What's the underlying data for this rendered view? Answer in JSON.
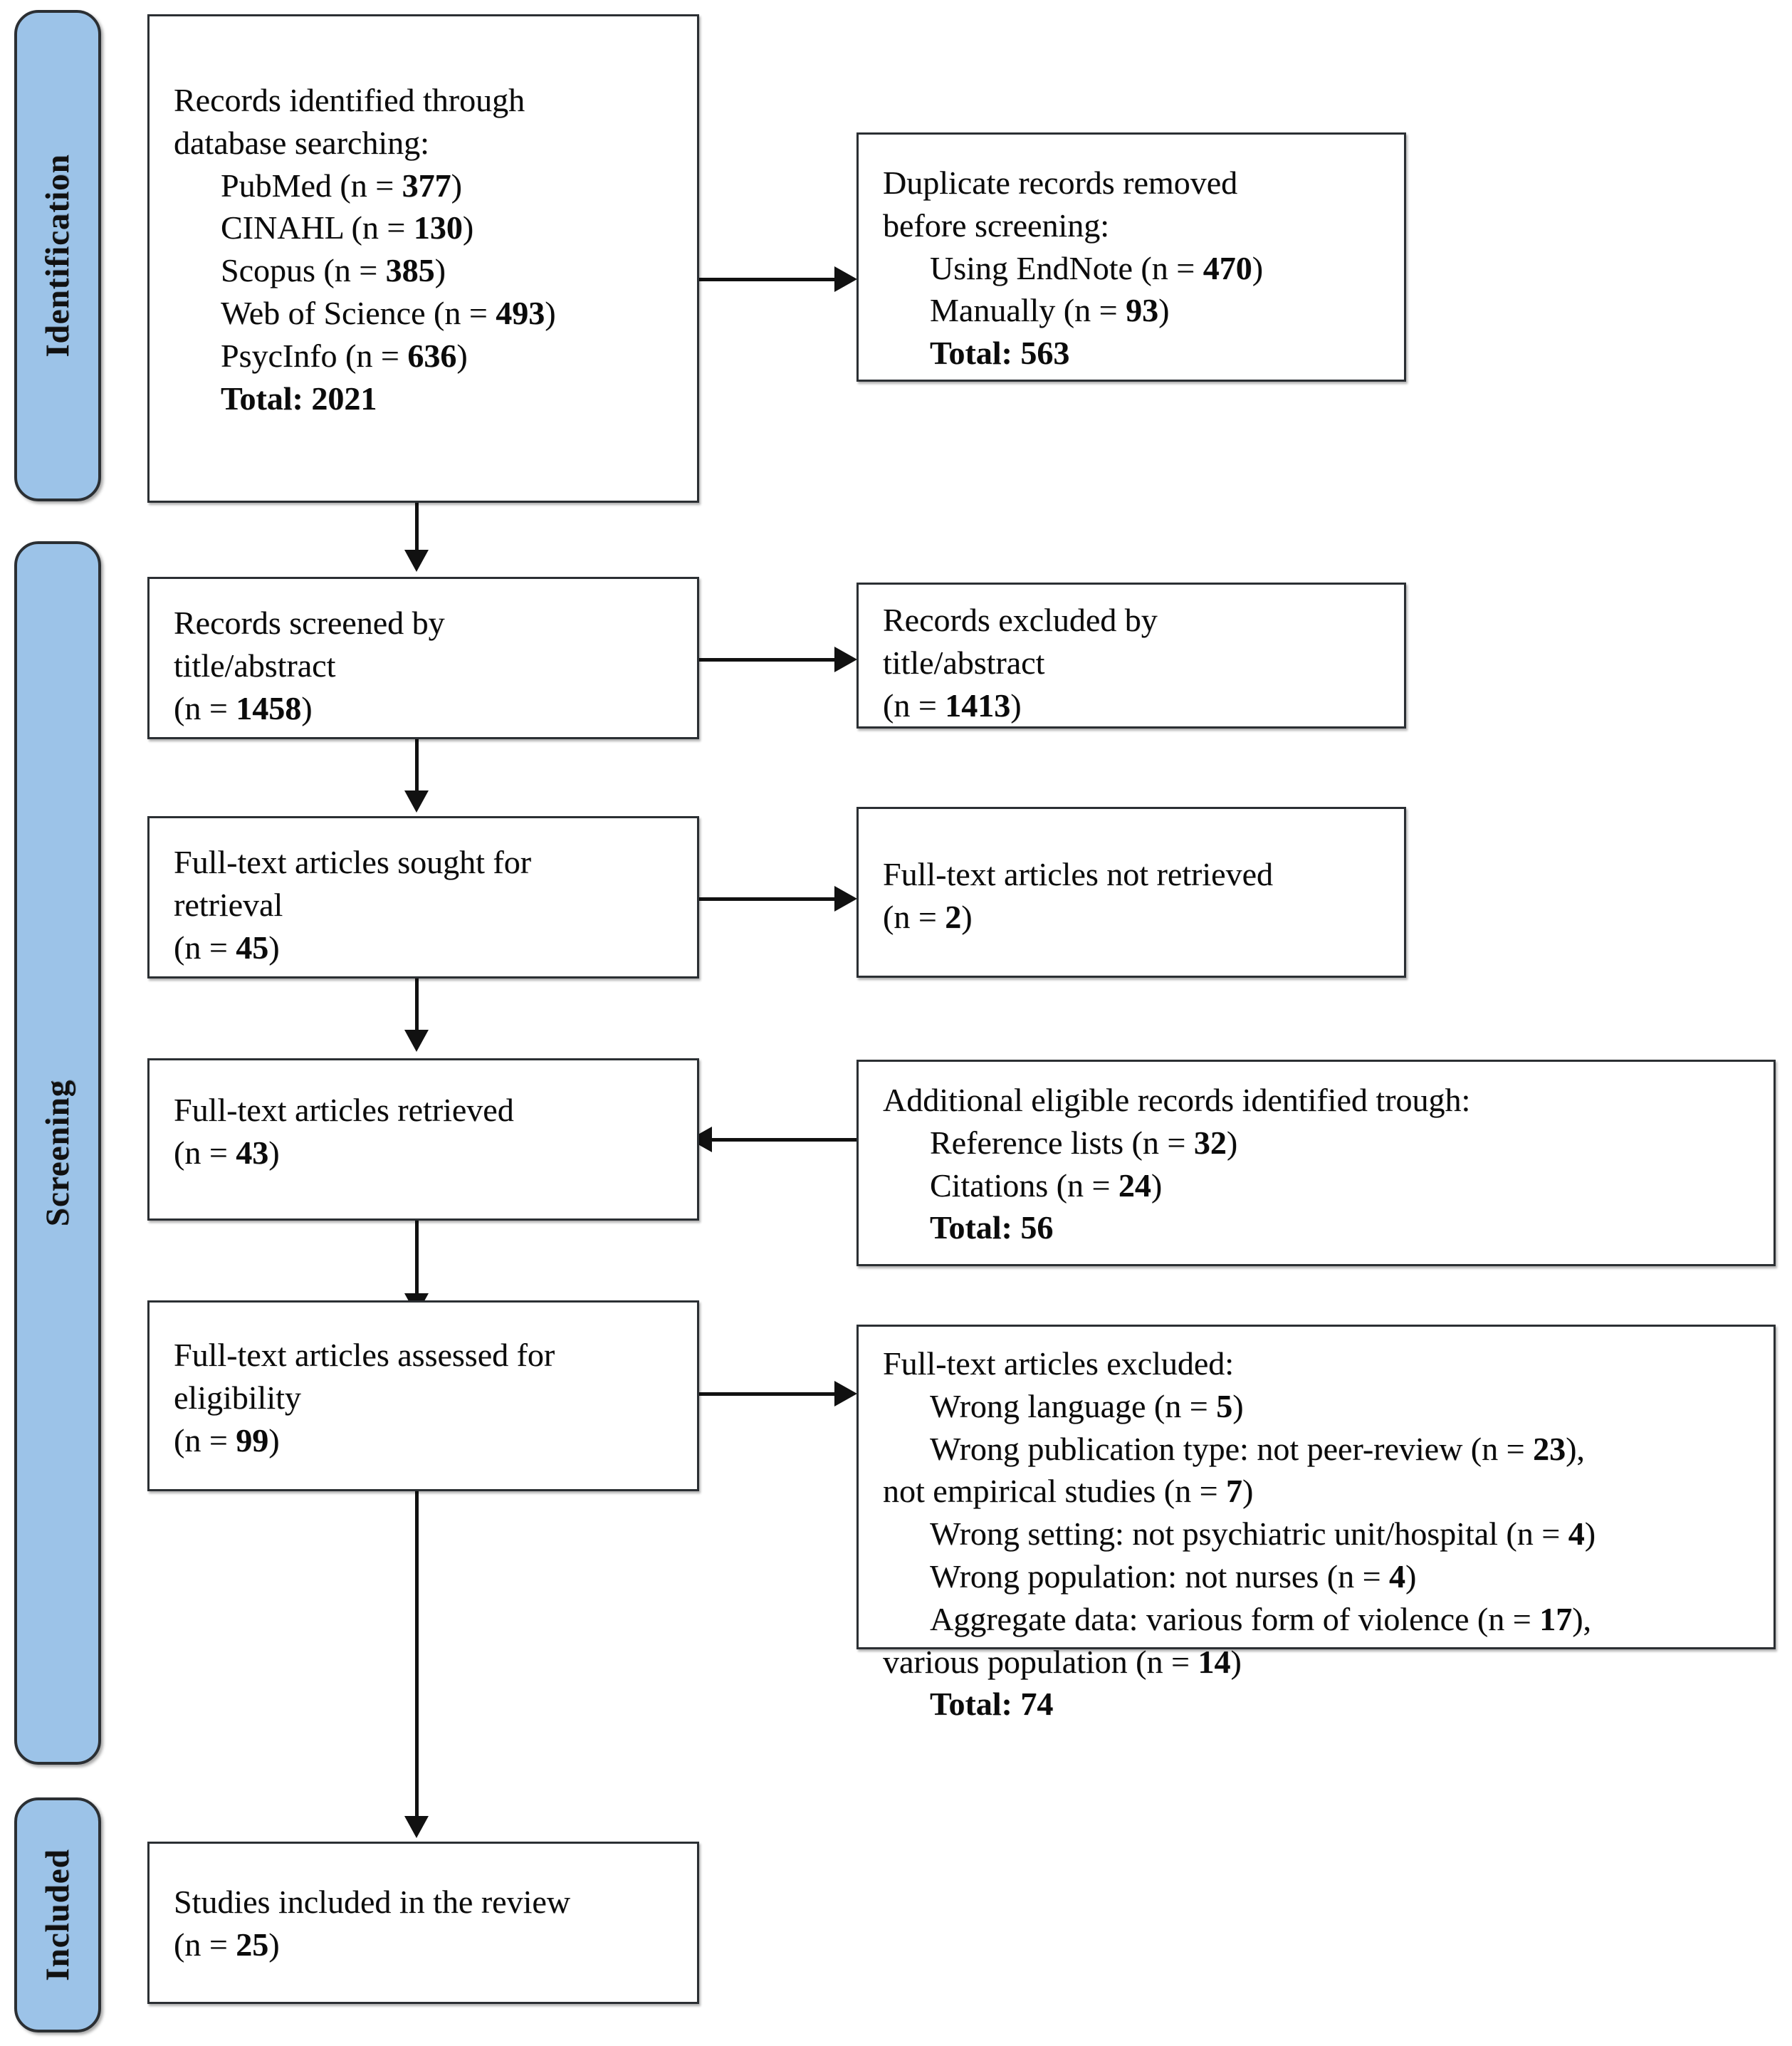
{
  "diagram": {
    "title": "PRISMA study selection flow diagram",
    "accent_color": "#9CC3E8",
    "line_color": "#111111",
    "box_border_color": "#2b2f33"
  },
  "phases": [
    {
      "id": "identification",
      "label": "Identification"
    },
    {
      "id": "screening",
      "label": "Screening"
    },
    {
      "id": "included",
      "label": "Included"
    }
  ],
  "boxes": {
    "records_identified": {
      "lines": [
        {
          "text": "Records identified through",
          "indent": false,
          "bold": false
        },
        {
          "text": "database searching:",
          "indent": false,
          "bold": false
        },
        {
          "text": "PubMed (n = ",
          "indent": true,
          "bold": false,
          "value": "377",
          "suffix": ")"
        },
        {
          "text": "CINAHL (n = ",
          "indent": true,
          "bold": false,
          "value": "130",
          "suffix": ")"
        },
        {
          "text": "Scopus (n = ",
          "indent": true,
          "bold": false,
          "value": "385",
          "suffix": ")"
        },
        {
          "text": "Web of Science (n = ",
          "indent": true,
          "bold": false,
          "value": "493",
          "suffix": ")"
        },
        {
          "text": "PsycInfo (n = ",
          "indent": true,
          "bold": false,
          "value": "636",
          "suffix": ")"
        },
        {
          "text": "Total: 2021",
          "indent": true,
          "bold": true
        }
      ]
    },
    "duplicates_removed": {
      "lines": [
        {
          "text": "Duplicate records removed",
          "indent": false,
          "bold": false
        },
        {
          "text": "before screening:",
          "indent": false,
          "bold": false
        },
        {
          "text": "Using EndNote (n = ",
          "indent": true,
          "bold": false,
          "value": "470",
          "suffix": ")"
        },
        {
          "text": "Manually (n = ",
          "indent": true,
          "bold": false,
          "value": "93",
          "suffix": ")"
        },
        {
          "text": "Total: 563",
          "indent": true,
          "bold": true
        }
      ]
    },
    "records_screened": {
      "lines": [
        {
          "text": "Records screened by",
          "indent": false,
          "bold": false
        },
        {
          "text": "title/abstract",
          "indent": false,
          "bold": false
        },
        {
          "text": "(n = ",
          "indent": false,
          "bold": false,
          "value": "1458",
          "suffix": ")"
        }
      ]
    },
    "records_excluded": {
      "lines": [
        {
          "text": "Records excluded by",
          "indent": false,
          "bold": false
        },
        {
          "text": "title/abstract",
          "indent": false,
          "bold": false
        },
        {
          "text": "(n = ",
          "indent": false,
          "bold": false,
          "value": "1413",
          "suffix": ")"
        }
      ]
    },
    "fulltext_sought": {
      "lines": [
        {
          "text": "Full-text articles sought for",
          "indent": false,
          "bold": false
        },
        {
          "text": "retrieval",
          "indent": false,
          "bold": false
        },
        {
          "text": "(n = ",
          "indent": false,
          "bold": false,
          "value": "45",
          "suffix": ")"
        }
      ]
    },
    "fulltext_not_retrieved": {
      "lines": [
        {
          "text": "Full-text articles not retrieved",
          "indent": false,
          "bold": false
        },
        {
          "text": "(n = ",
          "indent": false,
          "bold": false,
          "value": "2",
          "suffix": ")"
        }
      ]
    },
    "fulltext_retrieved": {
      "lines": [
        {
          "text": "Full-text articles retrieved",
          "indent": false,
          "bold": false
        },
        {
          "text": "(n = ",
          "indent": false,
          "bold": false,
          "value": "43",
          "suffix": ")"
        }
      ]
    },
    "additional_records": {
      "lines": [
        {
          "text": "Additional eligible records identified trough:",
          "indent": false,
          "bold": false
        },
        {
          "text": "Reference lists (n = ",
          "indent": true,
          "bold": false,
          "value": "32",
          "suffix": ")"
        },
        {
          "text": "Citations (n = ",
          "indent": true,
          "bold": false,
          "value": "24",
          "suffix": ")"
        },
        {
          "text": "Total: 56",
          "indent": true,
          "bold": true
        }
      ]
    },
    "fulltext_assessed": {
      "lines": [
        {
          "text": "Full-text articles assessed for",
          "indent": false,
          "bold": false
        },
        {
          "text": "eligibility",
          "indent": false,
          "bold": false
        },
        {
          "text": "(n = ",
          "indent": false,
          "bold": false,
          "value": "99",
          "suffix": ")"
        }
      ]
    },
    "fulltext_excluded": {
      "lines": [
        {
          "text": "Full-text articles excluded:",
          "indent": false,
          "bold": false
        },
        {
          "text": "Wrong language (n = ",
          "indent": true,
          "bold": false,
          "value": "5",
          "suffix": ")"
        },
        {
          "text": "Wrong publication type: not peer-review (n = ",
          "indent": true,
          "bold": false,
          "value": "23",
          "suffix": "),"
        },
        {
          "text": "not empirical studies (n = ",
          "indent": false,
          "bold": false,
          "value": "7",
          "suffix": ")"
        },
        {
          "text": "Wrong setting: not psychiatric unit/hospital (n = ",
          "indent": true,
          "bold": false,
          "value": "4",
          "suffix": ")"
        },
        {
          "text": "Wrong population: not nurses (n = ",
          "indent": true,
          "bold": false,
          "value": "4",
          "suffix": ")"
        },
        {
          "text": "Aggregate data: various form of violence (n = ",
          "indent": true,
          "bold": false,
          "value": "17",
          "suffix": "),"
        },
        {
          "text": "various population (n = ",
          "indent": false,
          "bold": false,
          "value": "14",
          "suffix": ")"
        },
        {
          "text": "Total: 74",
          "indent": true,
          "bold": true
        }
      ]
    },
    "studies_included": {
      "lines": [
        {
          "text": "Studies included in the review",
          "indent": false,
          "bold": false
        },
        {
          "text": "(n = ",
          "indent": false,
          "bold": false,
          "value": "25",
          "suffix": ")"
        }
      ]
    }
  },
  "flow_data": {
    "type": "prisma-flow",
    "identified_total": 2021,
    "sources": [
      {
        "name": "PubMed",
        "n": 377
      },
      {
        "name": "CINAHL",
        "n": 130
      },
      {
        "name": "Scopus",
        "n": 385
      },
      {
        "name": "Web of Science",
        "n": 493
      },
      {
        "name": "PsycInfo",
        "n": 636
      }
    ],
    "duplicates_removed_total": 563,
    "duplicates_breakdown": [
      {
        "name": "Using EndNote",
        "n": 470
      },
      {
        "name": "Manually",
        "n": 93
      }
    ],
    "screened": 1458,
    "excluded_title_abstract": 1413,
    "fulltext_sought": 45,
    "fulltext_not_retrieved": 2,
    "fulltext_retrieved": 43,
    "additional_total": 56,
    "additional_breakdown": [
      {
        "name": "Reference lists",
        "n": 32
      },
      {
        "name": "Citations",
        "n": 24
      }
    ],
    "assessed_eligibility": 99,
    "excluded_fulltext_total": 74,
    "excluded_reasons": [
      {
        "reason": "Wrong language",
        "n": 5
      },
      {
        "reason": "Wrong publication type: not peer-review",
        "n": 23
      },
      {
        "reason": "not empirical studies",
        "n": 7
      },
      {
        "reason": "Wrong setting: not psychiatric unit/hospital",
        "n": 4
      },
      {
        "reason": "Wrong population: not nurses",
        "n": 4
      },
      {
        "reason": "Aggregate data: various form of violence",
        "n": 17
      },
      {
        "reason": "various population",
        "n": 14
      }
    ],
    "included_studies": 25
  }
}
